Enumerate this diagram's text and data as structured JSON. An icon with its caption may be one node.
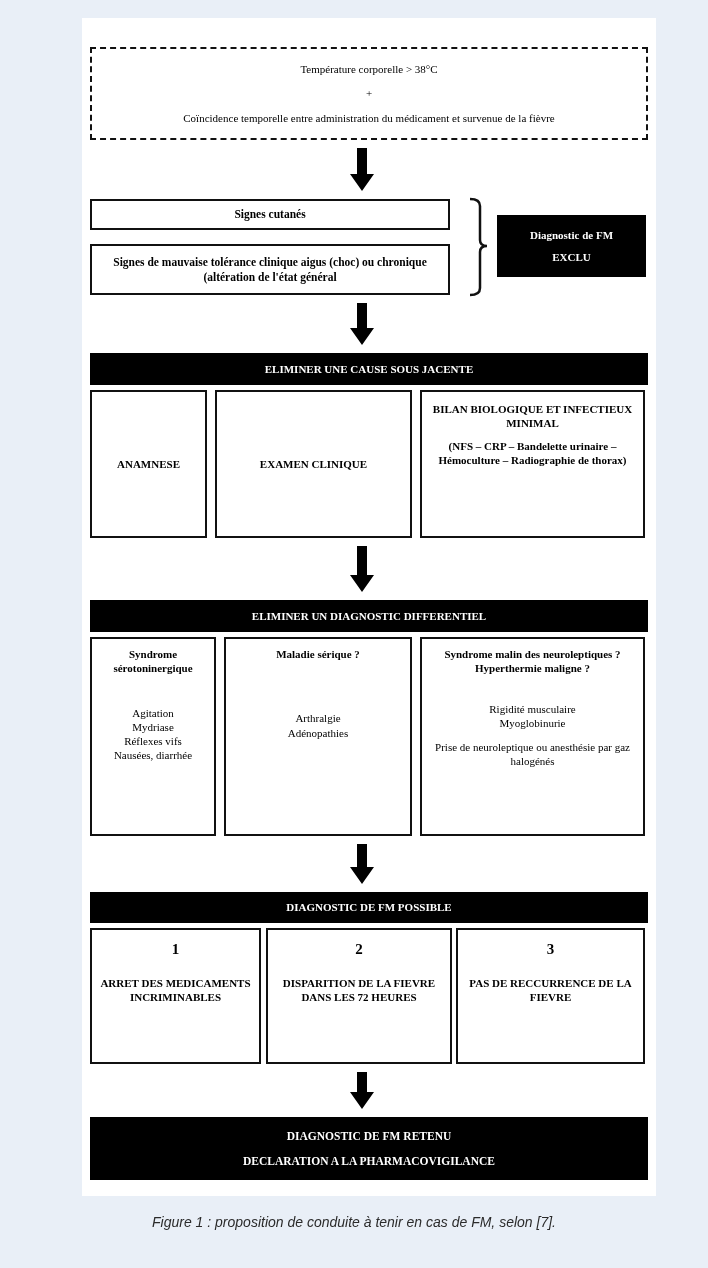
{
  "diagram": {
    "caption": "Figure 1 : proposition de conduite à tenir en cas de FM, selon [7].",
    "nodes": [
      {
        "text": [
          "Température corporelle > 38°C",
          "+",
          "Coïncidence temporelle entre administration du médicament et survenue de la fièvre"
        ]
      },
      {
        "text": [
          "Signes cutanés"
        ]
      },
      {
        "text": [
          "Signes de mauvaise tolérance clinique aigus (choc) ou chronique (altération de l'état général"
        ]
      },
      {
        "text": [
          "Diagnostic de FM",
          "EXCLU"
        ]
      },
      {
        "text": [
          "ELIMINER UNE CAUSE SOUS JACENTE"
        ]
      },
      {
        "text": [
          "ANAMNESE"
        ]
      },
      {
        "text": [
          "EXAMEN CLINIQUE"
        ]
      },
      {
        "text": [
          "BILAN BIOLOGIQUE ET INFECTIEUX MINIMAL",
          "(NFS – CRP – Bandelette urinaire – Hémoculture – Radiographie de thorax)"
        ]
      },
      {
        "text": [
          "ELIMINER UN DIAGNOSTIC DIFFERENTIEL"
        ]
      },
      {
        "text": [
          "Syndrome sérotoninergique",
          "Agitation Mydriase Réflexes vifs Nausées, diarrhée"
        ]
      },
      {
        "text": [
          "Maladie sérique ?",
          "Arthralgie Adénopathies"
        ]
      },
      {
        "text": [
          "Syndrome malin des neuroleptiques ? Hyperthermie maligne ?",
          "Rigidité musculaire Myoglobinurie",
          "Prise de neuroleptique ou anesthésie par gaz halogénés"
        ]
      },
      {
        "text": [
          "DIAGNOSTIC DE FM POSSIBLE"
        ]
      },
      {
        "text": [
          "1",
          "ARRET DES MEDICAMENTS INCRIMINABLES"
        ]
      },
      {
        "text": [
          "2",
          "DISPARITION DE LA FIEVRE DANS LES 72 HEURES"
        ]
      },
      {
        "text": [
          "3",
          "PAS DE RECCURRENCE DE LA FIEVRE"
        ]
      },
      {
        "text": [
          "DIAGNOSTIC DE FM RETENU",
          "DECLARATION A LA PHARMACOVIGILANCE"
        ]
      }
    ],
    "edges": [
      {
        "from": 0,
        "to": 1,
        "arrow": "to"
      },
      {
        "from": 2,
        "to": 4,
        "arrow": "to"
      },
      {
        "from": 6,
        "to": 8,
        "arrow": "to"
      },
      {
        "from": 10,
        "to": 12,
        "arrow": "to"
      },
      {
        "from": 14,
        "to": 16,
        "arrow": "to"
      }
    ]
  }
}
